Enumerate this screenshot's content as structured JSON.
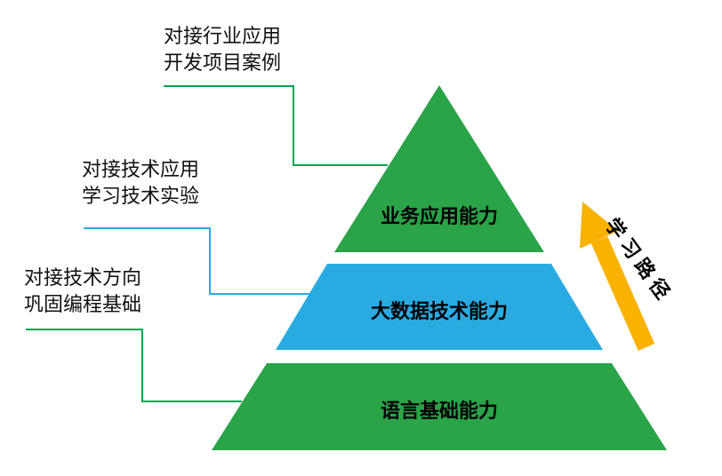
{
  "diagram": {
    "pyramid": {
      "levels": [
        {
          "label": "业务应用能力",
          "color": "#2aa349"
        },
        {
          "label": "大数据技术能力",
          "color": "#29abe2"
        },
        {
          "label": "语言基础能力",
          "color": "#2aa349"
        }
      ]
    },
    "annotations": [
      {
        "lines": [
          "对接行业应用",
          "开发项目案例"
        ],
        "connector_color": "#00a651"
      },
      {
        "lines": [
          "对接技术应用",
          "学习技术实验"
        ],
        "connector_color": "#29abe2"
      },
      {
        "lines": [
          "对接技术方向",
          "巩固编程基础"
        ],
        "connector_color": "#00a651"
      }
    ],
    "arrow": {
      "label": "学习路径",
      "color": "#f9b200"
    }
  }
}
